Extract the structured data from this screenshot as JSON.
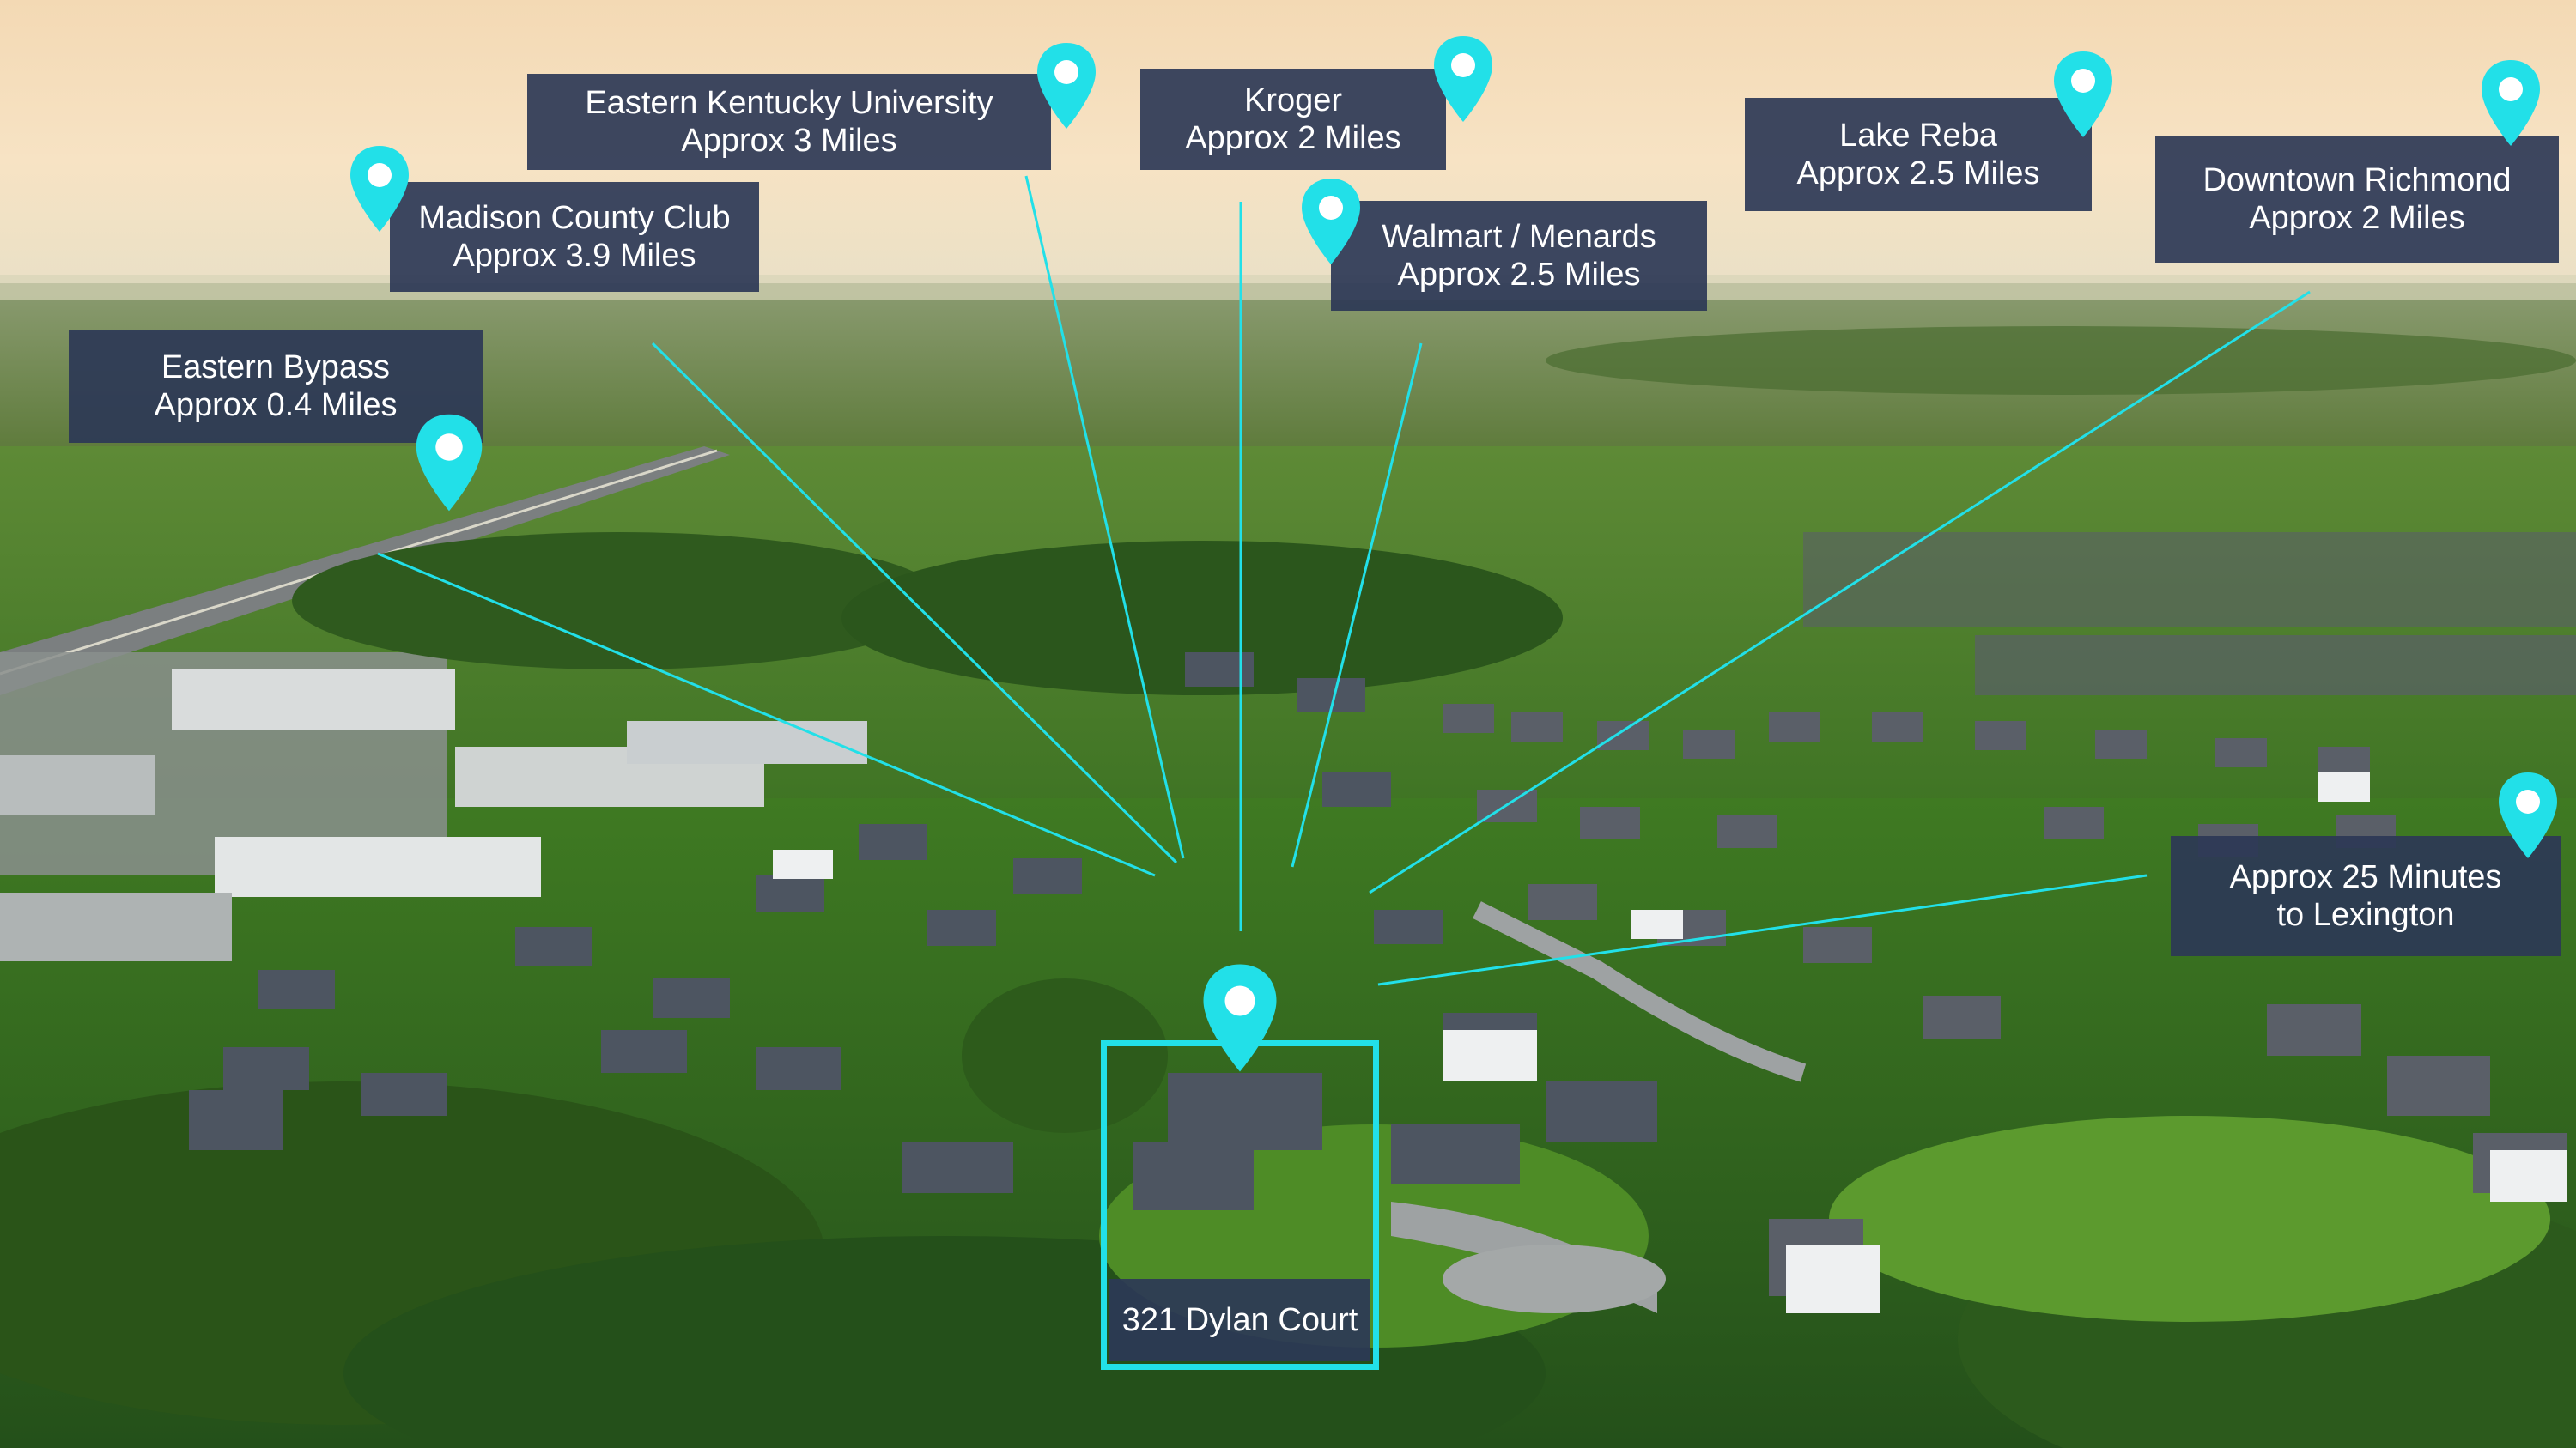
{
  "accent_color": "#22e0e8",
  "label_bg": "#2c3856",
  "pin_icon": "map-pin-icon",
  "labels": [
    {
      "id": "eku",
      "line1": "Eastern Kentucky University",
      "line2": "Approx 3 Miles"
    },
    {
      "id": "kroger",
      "line1": "Kroger",
      "line2": "Approx 2 Miles"
    },
    {
      "id": "lake-reba",
      "line1": "Lake Reba",
      "line2": "Approx 2.5 Miles"
    },
    {
      "id": "downtown",
      "line1": "Downtown Richmond",
      "line2": "Approx 2 Miles"
    },
    {
      "id": "madison",
      "line1": "Madison County Club",
      "line2": "Approx 3.9 Miles"
    },
    {
      "id": "walmart",
      "line1": "Walmart / Menards",
      "line2": "Approx 2.5 Miles"
    },
    {
      "id": "bypass",
      "line1": "Eastern Bypass",
      "line2": "Approx 0.4 Miles"
    },
    {
      "id": "lexington",
      "line1": "Approx 25 Minutes",
      "line2": "to Lexington"
    }
  ],
  "subject": {
    "label": "321 Dylan Court"
  }
}
